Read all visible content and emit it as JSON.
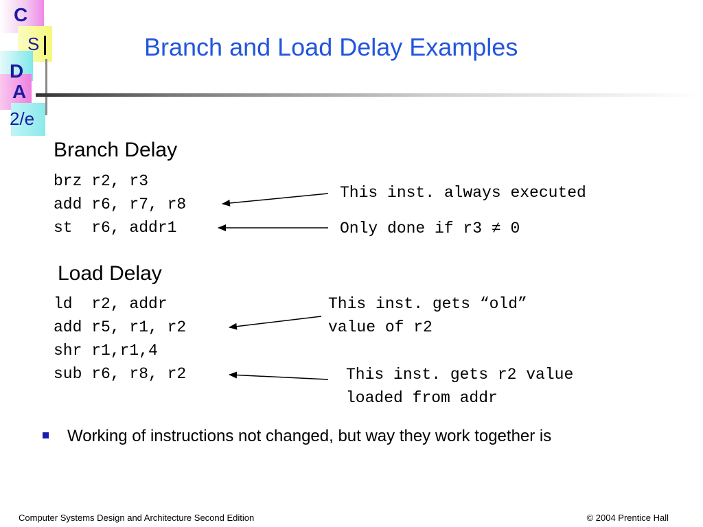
{
  "logo": {
    "c": "C",
    "s": "S",
    "d": "D",
    "a": "A",
    "edition": "2/e"
  },
  "title": "Branch and Load Delay Examples",
  "branch_delay": {
    "heading": "Branch Delay",
    "code": [
      "brz r2, r3",
      "add r6, r7, r8",
      "st  r6, addr1"
    ],
    "notes": [
      "This inst. always executed",
      "Only done if r3 ≠ 0"
    ]
  },
  "load_delay": {
    "heading": "Load Delay",
    "code": [
      "ld  r2, addr",
      "add r5, r1, r2",
      "shr r1,r1,4",
      "sub r6, r8, r2"
    ],
    "notes": [
      [
        "This inst. gets “old”",
        "value of r2"
      ],
      [
        "This inst. gets r2 value",
        "loaded from addr"
      ]
    ]
  },
  "bullet": "Working of instructions not changed, but way they work together is",
  "footer": {
    "left": "Computer Systems Design and Architecture Second Edition",
    "right": "© 2004 Prentice Hall"
  },
  "colors": {
    "title": "#2255dd",
    "logo_text": "#1a1aa0",
    "bullet": "#1a1ab0"
  }
}
